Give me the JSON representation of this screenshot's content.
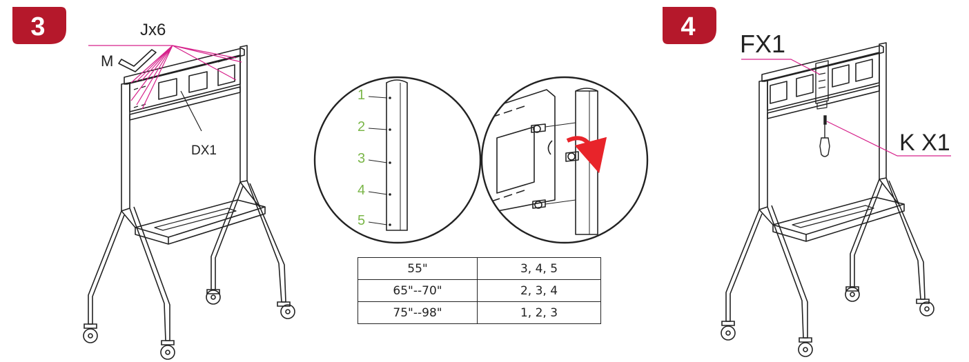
{
  "colors": {
    "badge": "#b5182b",
    "callout": "#d6208a",
    "hole_numbers": "#7ab648",
    "arrow": "#e8242a",
    "line": "#222222"
  },
  "step3": {
    "badge": "3",
    "label_j": "Jx6",
    "label_m": "M",
    "label_dx": "DX1"
  },
  "detail": {
    "hole_numbers": [
      "1",
      "2",
      "3",
      "4",
      "5"
    ]
  },
  "table": {
    "rows": [
      {
        "size": "55\"",
        "holes": "3, 4, 5"
      },
      {
        "size": "65\"--70\"",
        "holes": "2, 3, 4"
      },
      {
        "size": "75\"--98\"",
        "holes": "1, 2, 3"
      }
    ]
  },
  "step4": {
    "badge": "4",
    "label_fx": "FX1",
    "label_k": "K X1"
  },
  "icons": [
    "hex-key-icon",
    "screwdriver-icon",
    "rotate-arrow-icon",
    "caster-wheel-icon"
  ]
}
